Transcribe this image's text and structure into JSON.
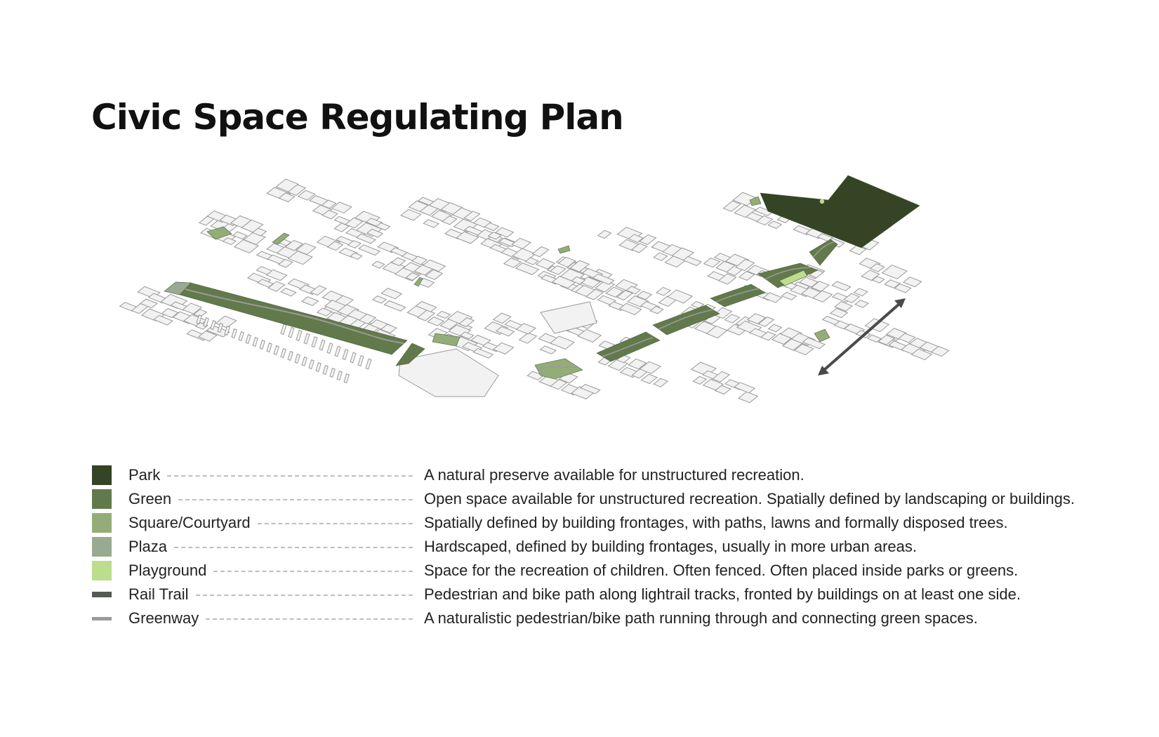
{
  "title": "Civic Space Regulating Plan",
  "colors": {
    "park": "#344424",
    "green": "#627a4b",
    "square_courtyard": "#94ad78",
    "plaza": "#98ab92",
    "playground": "#bcdc8e",
    "rail_trail": "#555a55",
    "greenway": "#9a9a9a",
    "building_fill": "#f2f2f2",
    "building_stroke": "#9a9a9a",
    "arrow": "#4a4a4a"
  },
  "map": {
    "icons": [
      "isometric-map",
      "double-headed-arrow"
    ]
  },
  "legend": [
    {
      "name": "Park",
      "description": "A natural preserve available for unstructured recreation.",
      "swatch": "park",
      "shape": "square"
    },
    {
      "name": "Green",
      "description": "Open space available for unstructured recreation. Spatially defined by landscaping or buildings.",
      "swatch": "green",
      "shape": "square"
    },
    {
      "name": "Square/Courtyard",
      "description": "Spatially defined by building frontages, with paths, lawns and formally disposed trees.",
      "swatch": "square_courtyard",
      "shape": "square"
    },
    {
      "name": "Plaza",
      "description": "Hardscaped, defined by building frontages, usually in more urban areas.",
      "swatch": "plaza",
      "shape": "square"
    },
    {
      "name": "Playground",
      "description": "Space for the recreation of children. Often fenced. Often placed inside parks or greens.",
      "swatch": "playground",
      "shape": "square"
    },
    {
      "name": "Rail Trail",
      "description": "Pedestrian and bike path along lightrail tracks, fronted by buildings on at least one side.",
      "swatch": "rail_trail",
      "shape": "line"
    },
    {
      "name": "Greenway",
      "description": "A naturalistic pedestrian/bike path running through and connecting green spaces.",
      "swatch": "greenway",
      "shape": "thin"
    }
  ]
}
